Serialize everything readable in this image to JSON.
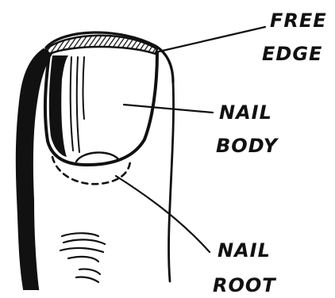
{
  "labels": {
    "free_edge": [
      "FREE",
      "EDGE"
    ],
    "nail_body": [
      "NAIL",
      "BODY"
    ],
    "nail_root": [
      "NAIL",
      "ROOT"
    ]
  },
  "colors": {
    "ink": "#111111",
    "paper": "#ffffff"
  }
}
